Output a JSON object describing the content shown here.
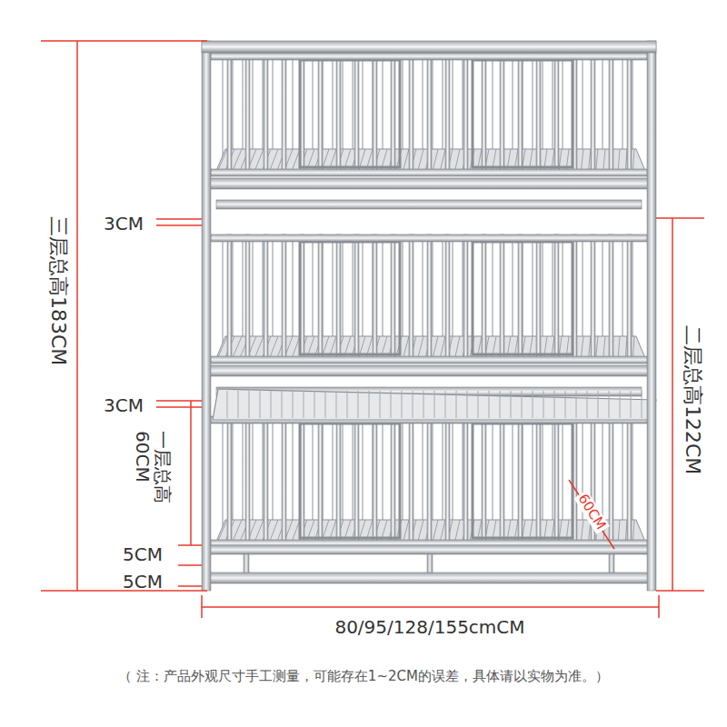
{
  "diagram": {
    "labels": [
      "三层总高183CM",
      "3CM",
      "3CM",
      "二层总高122CM",
      "一层总高60CM",
      "60CM",
      "5CM",
      "5CM",
      "80/95/128/155cmCM",
      "（ 注：产品外观尺寸手工测量，可能存在1~2CM的误差，具体请以实物为准。）"
    ]
  }
}
